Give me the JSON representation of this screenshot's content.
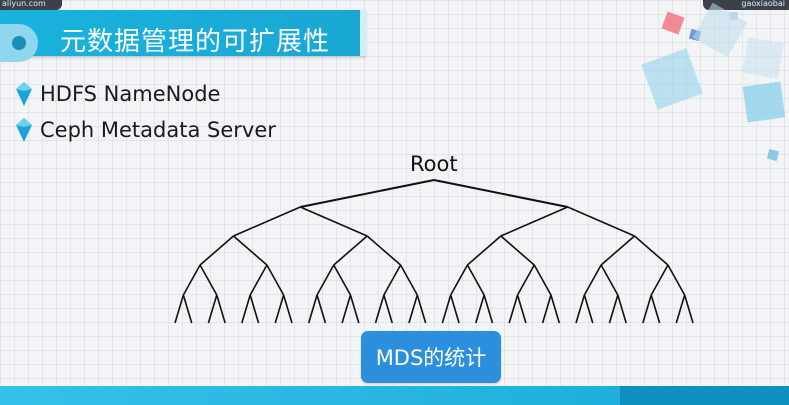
{
  "header": {
    "title": "元数据管理的可扩展性",
    "corner_left_text": "aliyun.com",
    "corner_right_text": "gaoxiaobai"
  },
  "bullets": [
    {
      "icon": "crystal-bullet-icon",
      "label": "HDFS NameNode"
    },
    {
      "icon": "crystal-bullet-icon",
      "label": "Ceph Metadata Server"
    }
  ],
  "diagram": {
    "root_label": "Root",
    "depth": 5
  },
  "footer_button": {
    "label": "MDS的统计"
  },
  "colors": {
    "accent": "#19b3de",
    "button": "#2b8fdd",
    "tree_line": "#111111"
  }
}
